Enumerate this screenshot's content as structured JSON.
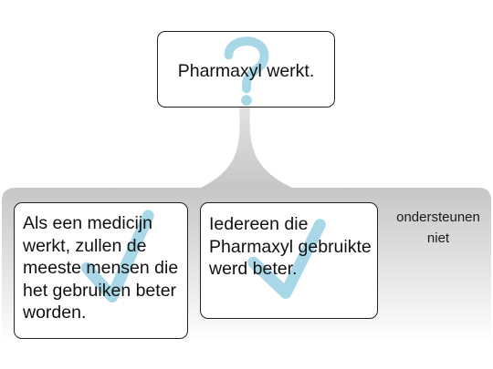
{
  "colors": {
    "mark": "#a8d8e8",
    "band_top": "#c8c8c8",
    "band_bottom": "#ffffff"
  },
  "claim": {
    "text": "Pharmaxyl werkt.",
    "icon": "question-mark-icon"
  },
  "reasons": [
    {
      "text": "Als een medicijn werkt, zullen de meeste mensen die het gebruiken beter worden.",
      "icon": "check-mark-icon"
    },
    {
      "text": "Iedereen die Pharmaxyl gebruikte werd beter.",
      "icon": "check-mark-icon"
    }
  ],
  "objections_label": "ondersteunen niet"
}
